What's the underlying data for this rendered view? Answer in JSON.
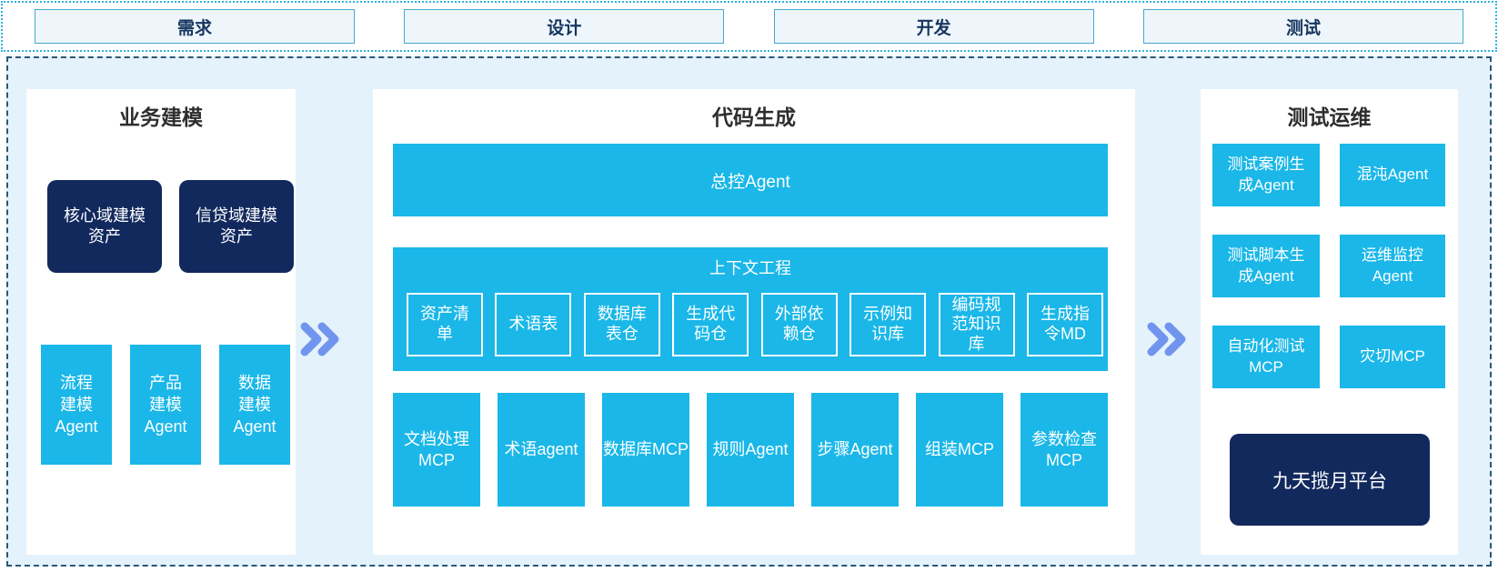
{
  "colors": {
    "cyan": "#1ab7e8",
    "navy": "#12295e",
    "chevron_blue": "#7195ee",
    "container_bg": "#e4f2fb",
    "container_dash_border": "#2b5876",
    "strip_dot_border": "#2db4dc",
    "phase_box_bg": "#eff6fb",
    "phase_box_border": "#44a8d0",
    "phase_text": "#16365f",
    "panel_bg": "#ffffff",
    "title_text": "#2e2e2e"
  },
  "phases": [
    "需求",
    "设计",
    "开发",
    "测试"
  ],
  "business_modeling": {
    "title": "业务建模",
    "assets": [
      "核心域建模资产",
      "信贷域建模资产"
    ],
    "agents": [
      "流程\n建模\nAgent",
      "产品\n建模\nAgent",
      "数据\n建模\nAgent"
    ]
  },
  "code_generation": {
    "title": "代码生成",
    "master_agent": "总控Agent",
    "context_engineering": {
      "title": "上下文工程",
      "items": [
        "资产清单",
        "术语表",
        "数据库表仓",
        "生成代码仓",
        "外部依赖仓",
        "示例知识库",
        "编码规范知识库",
        "生成指令MD"
      ]
    },
    "tools": [
      "文档处理MCP",
      "术语agent",
      "数据库MCP",
      "规则Agent",
      "步骤Agent",
      "组装MCP",
      "参数检查MCP"
    ]
  },
  "test_ops": {
    "title": "测试运维",
    "cells": [
      "测试案例生成Agent",
      "混沌Agent",
      "测试脚本生成Agent",
      "运维监控Agent",
      "自动化测试MCP",
      "灾切MCP"
    ],
    "platform": "九天揽月平台"
  }
}
